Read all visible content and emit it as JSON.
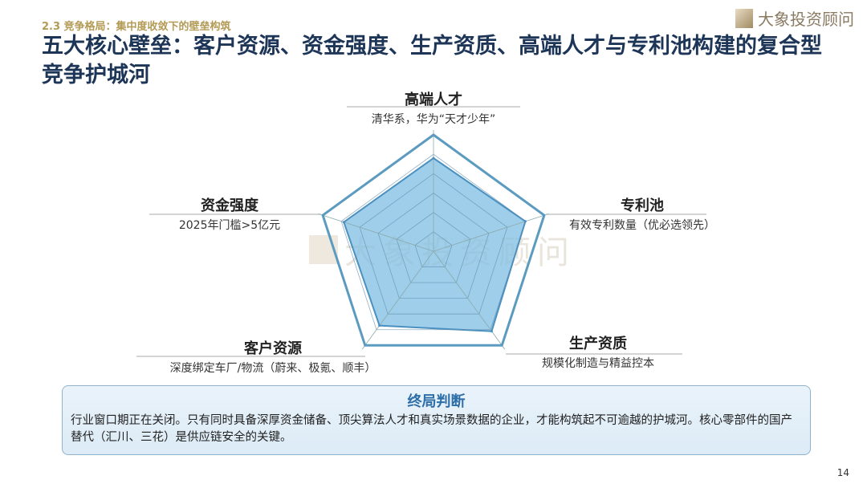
{
  "header": {
    "section": "2.3 竞争格局：集中度收敛下的壁垒构筑",
    "title": "五大核心壁垒：客户资源、资金强度、生产资质、高端人才与专利池构建的复合型竞争护城河",
    "logo_text": "大象投资顾问"
  },
  "watermark": "大象投资顾问",
  "chart_data": {
    "type": "radar",
    "categories": [
      "高端人才",
      "专利池",
      "生产资质",
      "客户资源",
      "资金强度"
    ],
    "sublabels": [
      "清华系，华为“天才少年”",
      "有效专利数量（优必选领先）",
      "规模化制造与精益控本",
      "深度绑定车厂/物流（蔚来、极氪、顺丰）",
      "2025年门槛>5亿元"
    ],
    "values": [
      80,
      83,
      85,
      79,
      81
    ],
    "range": [
      0,
      100
    ],
    "grid_levels": 6,
    "colors": {
      "fill": "#7fbde3",
      "stroke": "#4a90c0",
      "frame": "#5a9bbf"
    }
  },
  "conclusion": {
    "title": "终局判断",
    "body": "行业窗口期正在关闭。只有同时具备深厚资金储备、顶尖算法人才和真实场景数据的企业，才能构筑起不可逾越的护城河。核心零部件的国产替代（汇川、三花）是供应链安全的关键。"
  },
  "page_number": "14"
}
